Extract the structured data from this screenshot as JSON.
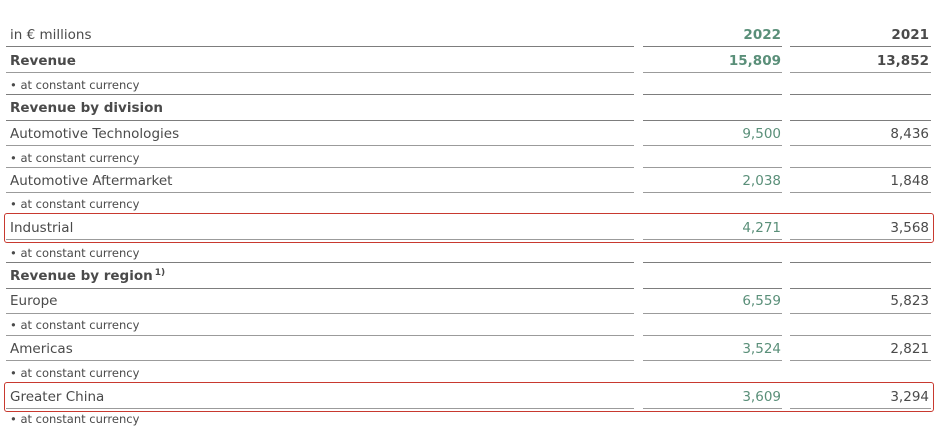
{
  "header": {
    "unit_label": "in € millions",
    "col_2022": "2022",
    "col_2021": "2021"
  },
  "rows": [
    {
      "label": "Revenue",
      "v2022": "15,809",
      "v2021": "13,852"
    },
    {
      "label": "• at constant currency"
    },
    {
      "label": "Revenue by division"
    },
    {
      "label": "Automotive Technologies",
      "v2022": "9,500",
      "v2021": "8,436"
    },
    {
      "label": "• at constant currency"
    },
    {
      "label": "Automotive Aftermarket",
      "v2022": "2,038",
      "v2021": "1,848"
    },
    {
      "label": "• at constant currency"
    },
    {
      "label": "Industrial",
      "v2022": "4,271",
      "v2021": "3,568",
      "highlighted": true
    },
    {
      "label": "• at constant currency"
    },
    {
      "label": "Revenue by region",
      "footnote": "1)"
    },
    {
      "label": "Europe",
      "v2022": "6,559",
      "v2021": "5,823"
    },
    {
      "label": "• at constant currency"
    },
    {
      "label": "Americas",
      "v2022": "3,524",
      "v2021": "2,821"
    },
    {
      "label": "• at constant currency"
    },
    {
      "label": "Greater China",
      "v2022": "3,609",
      "v2021": "3,294",
      "highlighted": true
    },
    {
      "label": "• at constant currency"
    }
  ],
  "highlight_color": "#c8392f",
  "accent_color_2022": "#5a8f79"
}
